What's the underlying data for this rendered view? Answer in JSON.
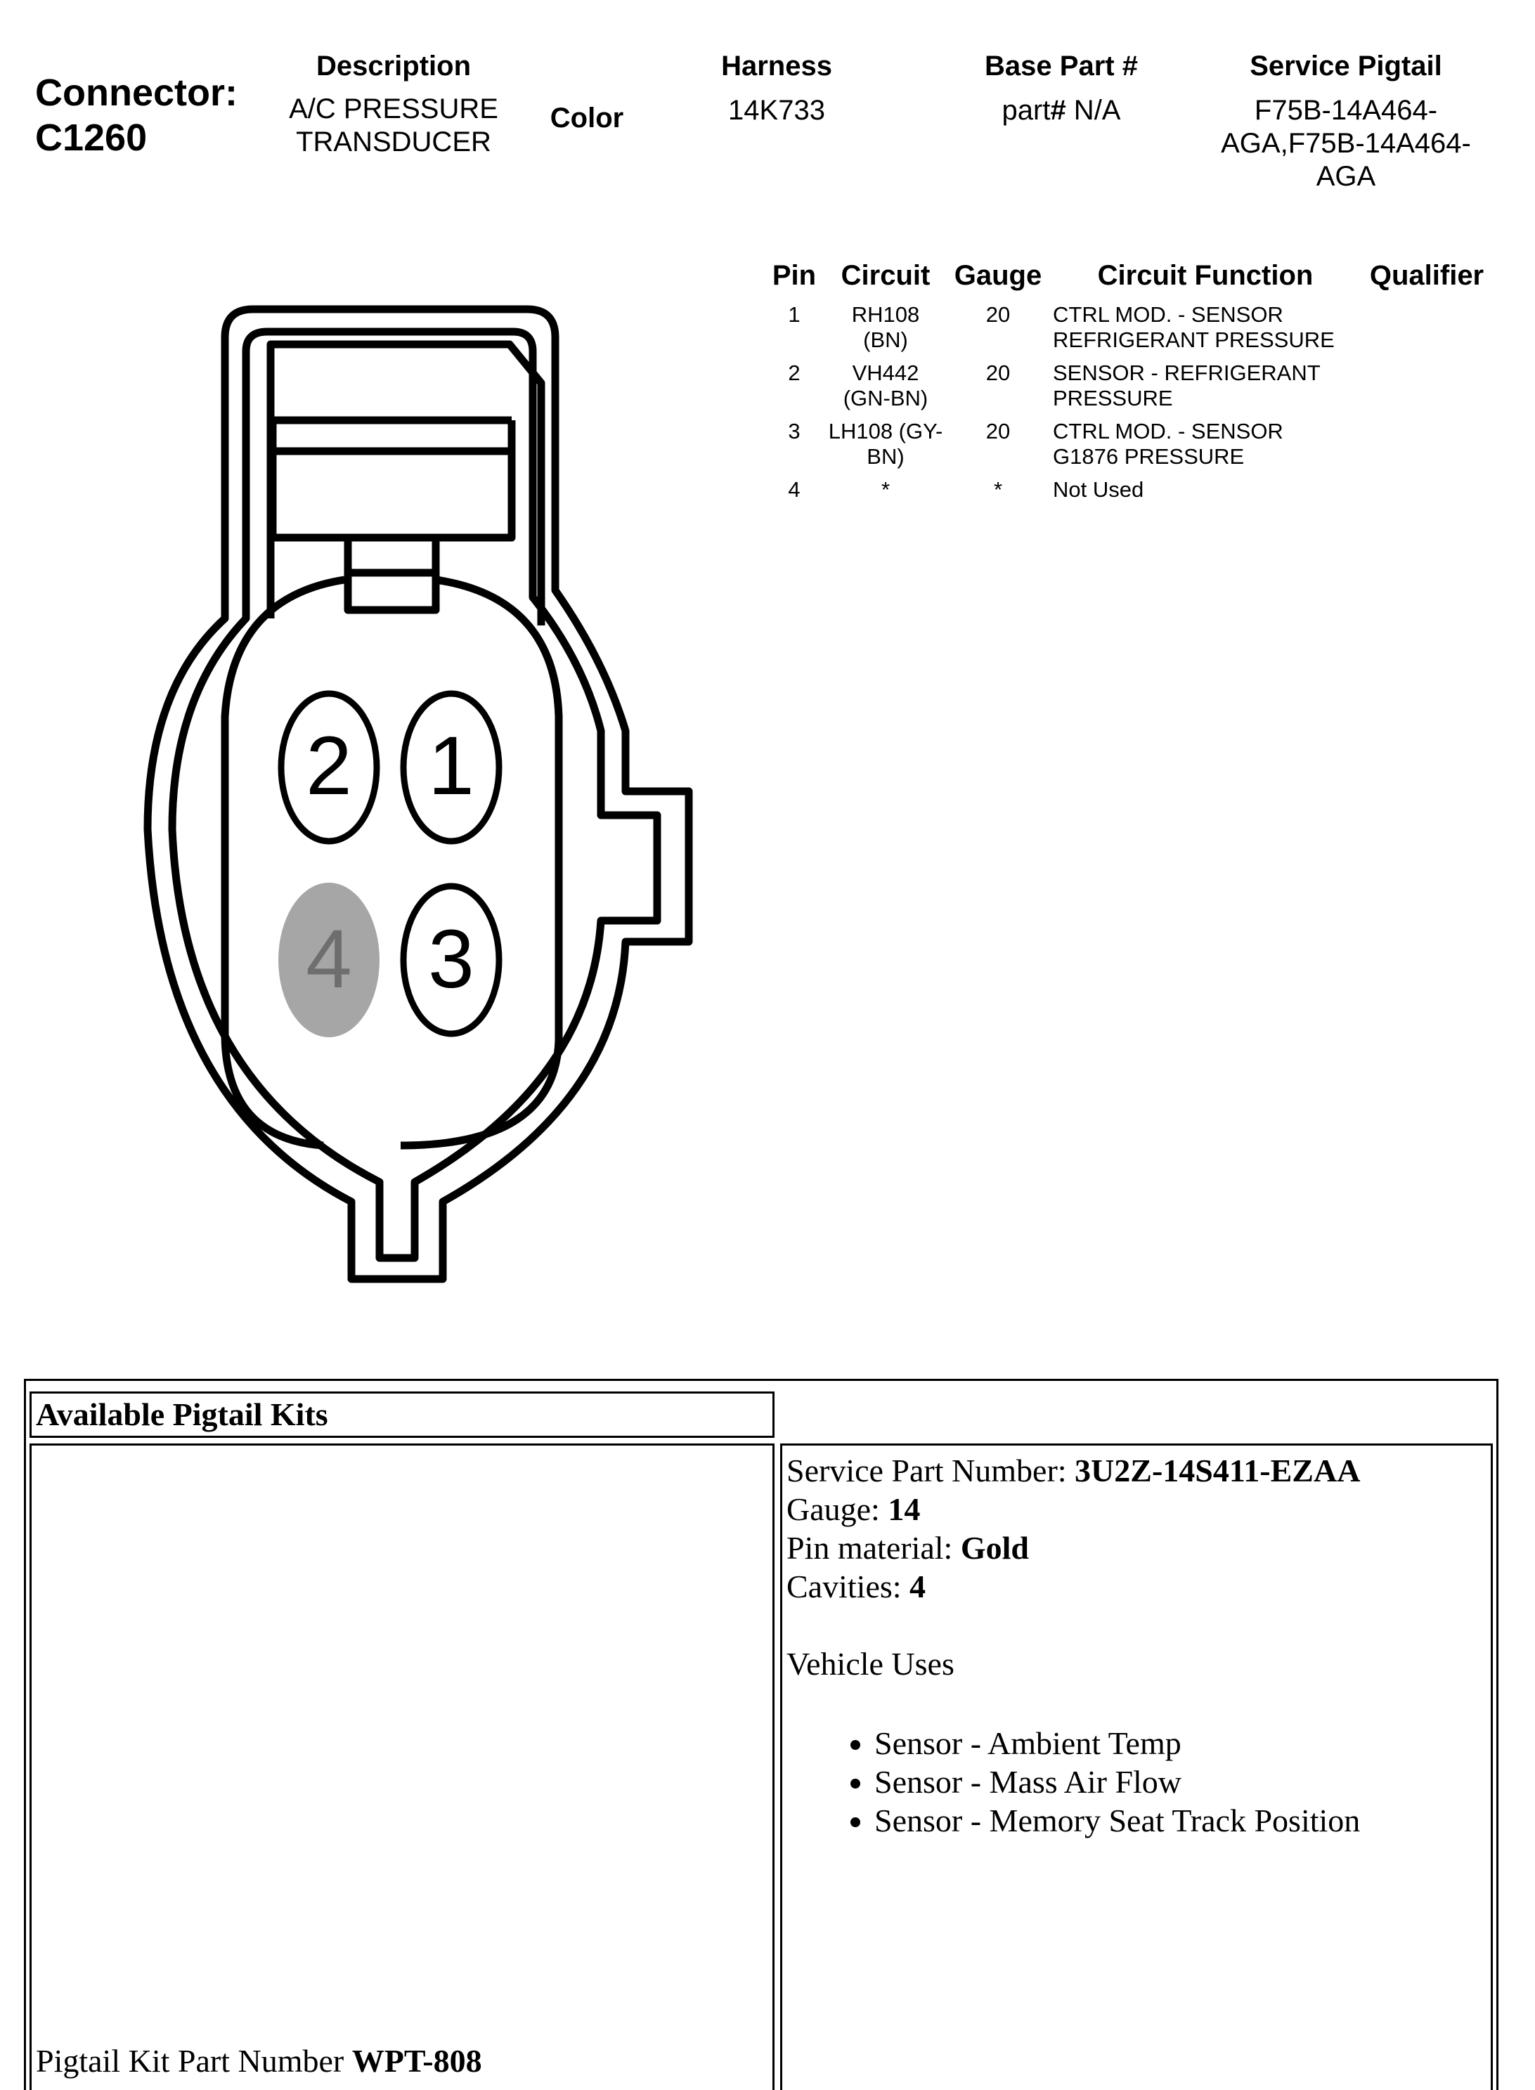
{
  "connector": {
    "label": "Connector:",
    "id": "C1260"
  },
  "header": {
    "description_h": "Description",
    "description_l1": "A/C PRESSURE",
    "description_l2": "TRANSDUCER",
    "color_h": "Color",
    "harness_h": "Harness",
    "harness_v": "14K733",
    "base_part_h": "Base Part #",
    "base_part_prefix": "part",
    "base_part_hash": "#",
    "base_part_suffix": " N/A",
    "service_pigtail_h": "Service Pigtail",
    "service_pigtail_l1": "F75B-14A464-",
    "service_pigtail_l2": "AGA,F75B-14A464-",
    "service_pigtail_l3": "AGA"
  },
  "pin_table": {
    "headers": {
      "pin": "Pin",
      "circuit": "Circuit",
      "gauge": "Gauge",
      "function": "Circuit Function",
      "qualifier": "Qualifier"
    },
    "rows": [
      {
        "pin": "1",
        "circuit_l1": "RH108",
        "circuit_l2": "(BN)",
        "gauge": "20",
        "function_l1": "CTRL MOD. - SENSOR",
        "function_l2": "REFRIGERANT PRESSURE"
      },
      {
        "pin": "2",
        "circuit_l1": "VH442",
        "circuit_l2": "(GN-BN)",
        "gauge": "20",
        "function_l1": "SENSOR - REFRIGERANT",
        "function_l2": "PRESSURE"
      },
      {
        "pin": "3",
        "circuit_l1": "LH108 (GY-",
        "circuit_l2": "BN)",
        "gauge": "20",
        "function_l1": "CTRL MOD. - SENSOR",
        "function_l2": "G1876 PRESSURE"
      },
      {
        "pin": "4",
        "circuit_l1": "*",
        "circuit_l2": "",
        "gauge": "*",
        "function_l1": "Not Used",
        "function_l2": ""
      }
    ]
  },
  "diagram": {
    "pins": [
      "1",
      "2",
      "3",
      "4"
    ],
    "unused_pin_fill": "#a6a6a6",
    "unused_pin_text": "#6e6e6e"
  },
  "kits": {
    "title": "Available Pigtail Kits",
    "service_part_label": "Service Part Number: ",
    "service_part_value": "3U2Z-14S411-EZAA",
    "gauge_label": "Gauge: ",
    "gauge_value": "14",
    "pin_material_label": "Pin material: ",
    "pin_material_value": "Gold",
    "cavities_label": "Cavities: ",
    "cavities_value": "4",
    "vehicle_uses_title": "Vehicle Uses",
    "vehicle_uses": [
      "Sensor - Ambient Temp",
      "Sensor - Mass Air Flow",
      "Sensor - Memory Seat Track Position"
    ],
    "kit_part_label": "Pigtail Kit Part Number ",
    "kit_part_value": "WPT-808"
  }
}
